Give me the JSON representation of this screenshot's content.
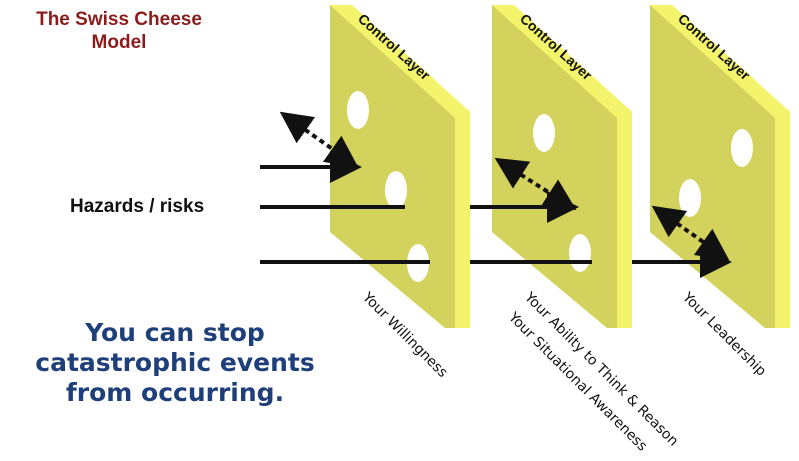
{
  "title": [
    "The Swiss Cheese",
    "Model"
  ],
  "hazards_label": "Hazards / risks",
  "layers": [
    {
      "label": "Control Layer",
      "caption": "Your Willingness"
    },
    {
      "label": "Control Layer",
      "caption": "Your Ability to Think & Reason",
      "caption2": "Your Situational Awareness"
    },
    {
      "label": "Control Layer",
      "caption": "Your Leadership"
    }
  ],
  "message": [
    "You can stop",
    "catastrophic events",
    "from occurring."
  ],
  "colors": {
    "face": "#d3d25c",
    "edge": "#f4f46c",
    "title": "#8b1c1c",
    "message": "#1f3f7a"
  }
}
